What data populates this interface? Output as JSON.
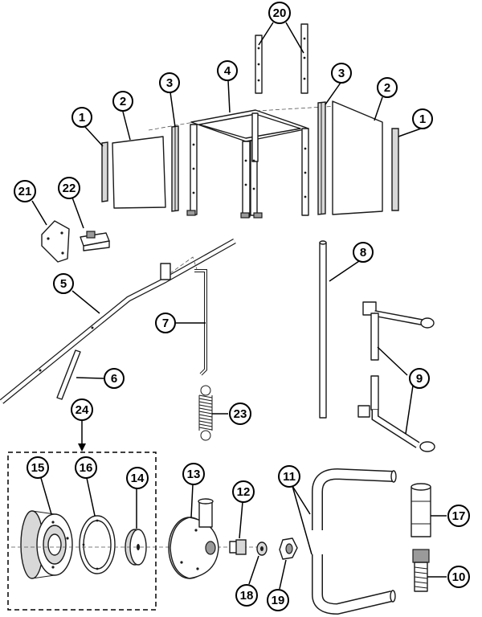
{
  "callouts": [
    {
      "id": "c1a",
      "label": "1"
    },
    {
      "id": "c2a",
      "label": "2"
    },
    {
      "id": "c3a",
      "label": "3"
    },
    {
      "id": "c4",
      "label": "4"
    },
    {
      "id": "c20",
      "label": "20"
    },
    {
      "id": "c3b",
      "label": "3"
    },
    {
      "id": "c2b",
      "label": "2"
    },
    {
      "id": "c1b",
      "label": "1"
    },
    {
      "id": "c21",
      "label": "21"
    },
    {
      "id": "c22",
      "label": "22"
    },
    {
      "id": "c5",
      "label": "5"
    },
    {
      "id": "c7",
      "label": "7"
    },
    {
      "id": "c8",
      "label": "8"
    },
    {
      "id": "c6",
      "label": "6"
    },
    {
      "id": "c9",
      "label": "9"
    },
    {
      "id": "c23",
      "label": "23"
    },
    {
      "id": "c24",
      "label": "24"
    },
    {
      "id": "c15",
      "label": "15"
    },
    {
      "id": "c16",
      "label": "16"
    },
    {
      "id": "c14",
      "label": "14"
    },
    {
      "id": "c13",
      "label": "13"
    },
    {
      "id": "c12",
      "label": "12"
    },
    {
      "id": "c11",
      "label": "11"
    },
    {
      "id": "c17",
      "label": "17"
    },
    {
      "id": "c10",
      "label": "10"
    },
    {
      "id": "c18",
      "label": "18"
    },
    {
      "id": "c19",
      "label": "19"
    }
  ]
}
